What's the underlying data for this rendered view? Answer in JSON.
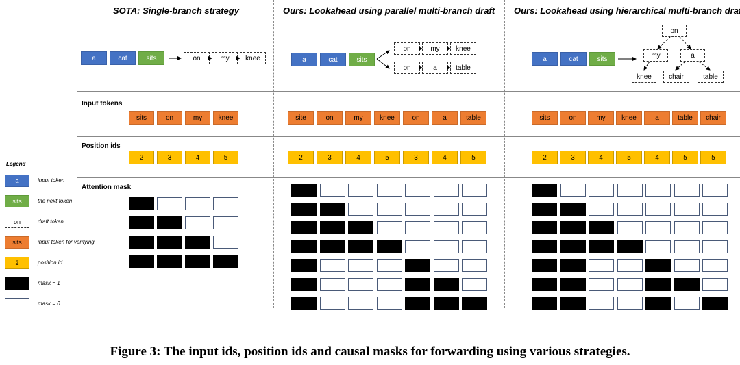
{
  "headers": {
    "sota": "SOTA: Single-branch strategy",
    "parallel": "Ours: Lookahead using parallel multi-branch draft",
    "hierarchical": "Ours: Lookahead using hierarchical multi-branch draft"
  },
  "row_labels": {
    "input_tokens": "Input tokens",
    "position_ids": "Position ids",
    "attention_mask": "Attention mask"
  },
  "sota": {
    "context": [
      "a",
      "cat",
      "sits"
    ],
    "draft": [
      "on",
      "my",
      "knee"
    ],
    "input_tokens": [
      "sits",
      "on",
      "my",
      "knee"
    ],
    "position_ids": [
      "2",
      "3",
      "4",
      "5"
    ],
    "mask": [
      [
        1,
        0,
        0,
        0
      ],
      [
        1,
        1,
        0,
        0
      ],
      [
        1,
        1,
        1,
        0
      ],
      [
        1,
        1,
        1,
        1
      ]
    ]
  },
  "parallel": {
    "context": [
      "a",
      "cat",
      "sits"
    ],
    "branches": [
      [
        "on",
        "my",
        "knee"
      ],
      [
        "on",
        "a",
        "table"
      ]
    ],
    "input_tokens": [
      "site",
      "on",
      "my",
      "knee",
      "on",
      "a",
      "table"
    ],
    "position_ids": [
      "2",
      "3",
      "4",
      "5",
      "3",
      "4",
      "5"
    ],
    "mask": [
      [
        1,
        0,
        0,
        0,
        0,
        0,
        0
      ],
      [
        1,
        1,
        0,
        0,
        0,
        0,
        0
      ],
      [
        1,
        1,
        1,
        0,
        0,
        0,
        0
      ],
      [
        1,
        1,
        1,
        1,
        0,
        0,
        0
      ],
      [
        1,
        0,
        0,
        0,
        1,
        0,
        0
      ],
      [
        1,
        0,
        0,
        0,
        1,
        1,
        0
      ],
      [
        1,
        0,
        0,
        0,
        1,
        1,
        1
      ]
    ]
  },
  "hierarchical": {
    "context": [
      "a",
      "cat",
      "sits"
    ],
    "tree": {
      "root": "on",
      "level1": [
        "my",
        "a"
      ],
      "level2": [
        "knee",
        "chair",
        "table"
      ]
    },
    "input_tokens": [
      "sits",
      "on",
      "my",
      "knee",
      "a",
      "table",
      "chair"
    ],
    "position_ids": [
      "2",
      "3",
      "4",
      "5",
      "4",
      "5",
      "5"
    ],
    "mask": [
      [
        1,
        0,
        0,
        0,
        0,
        0,
        0
      ],
      [
        1,
        1,
        0,
        0,
        0,
        0,
        0
      ],
      [
        1,
        1,
        1,
        0,
        0,
        0,
        0
      ],
      [
        1,
        1,
        1,
        1,
        0,
        0,
        0
      ],
      [
        1,
        1,
        0,
        0,
        1,
        0,
        0
      ],
      [
        1,
        1,
        0,
        0,
        1,
        1,
        0
      ],
      [
        1,
        1,
        0,
        0,
        1,
        0,
        1
      ]
    ]
  },
  "legend": {
    "title": "Legend",
    "items": [
      {
        "kind": "input",
        "sample": "a",
        "label": "input token"
      },
      {
        "kind": "next",
        "sample": "sits",
        "label": "the next token"
      },
      {
        "kind": "draft",
        "sample": "on",
        "label": "draft token"
      },
      {
        "kind": "verify",
        "sample": "sits",
        "label": "input token for verifying"
      },
      {
        "kind": "position",
        "sample": "2",
        "label": "position id"
      },
      {
        "kind": "mask1",
        "sample": "",
        "label": "mask = 1"
      },
      {
        "kind": "mask0",
        "sample": "",
        "label": "mask = 0"
      }
    ]
  },
  "colors": {
    "input_token": "#4472c4",
    "next_token": "#70ad47",
    "verify_token": "#ed7d31",
    "position_id": "#ffc000",
    "mask_on": "#000000",
    "mask_off": "#ffffff"
  },
  "caption": "Figure 3: The input ids, position ids and causal masks for forwarding using various strategies."
}
